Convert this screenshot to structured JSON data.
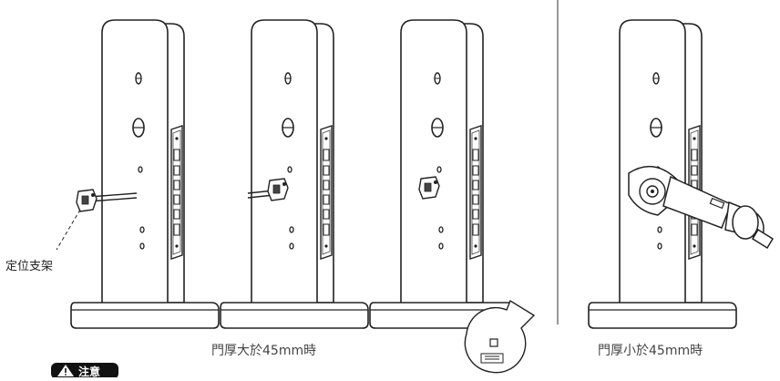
{
  "labels": {
    "bracket": "定位支架",
    "thick_door": "門厚大於45mm時",
    "thin_door": "門厚小於45mm時",
    "caution": "注意"
  }
}
